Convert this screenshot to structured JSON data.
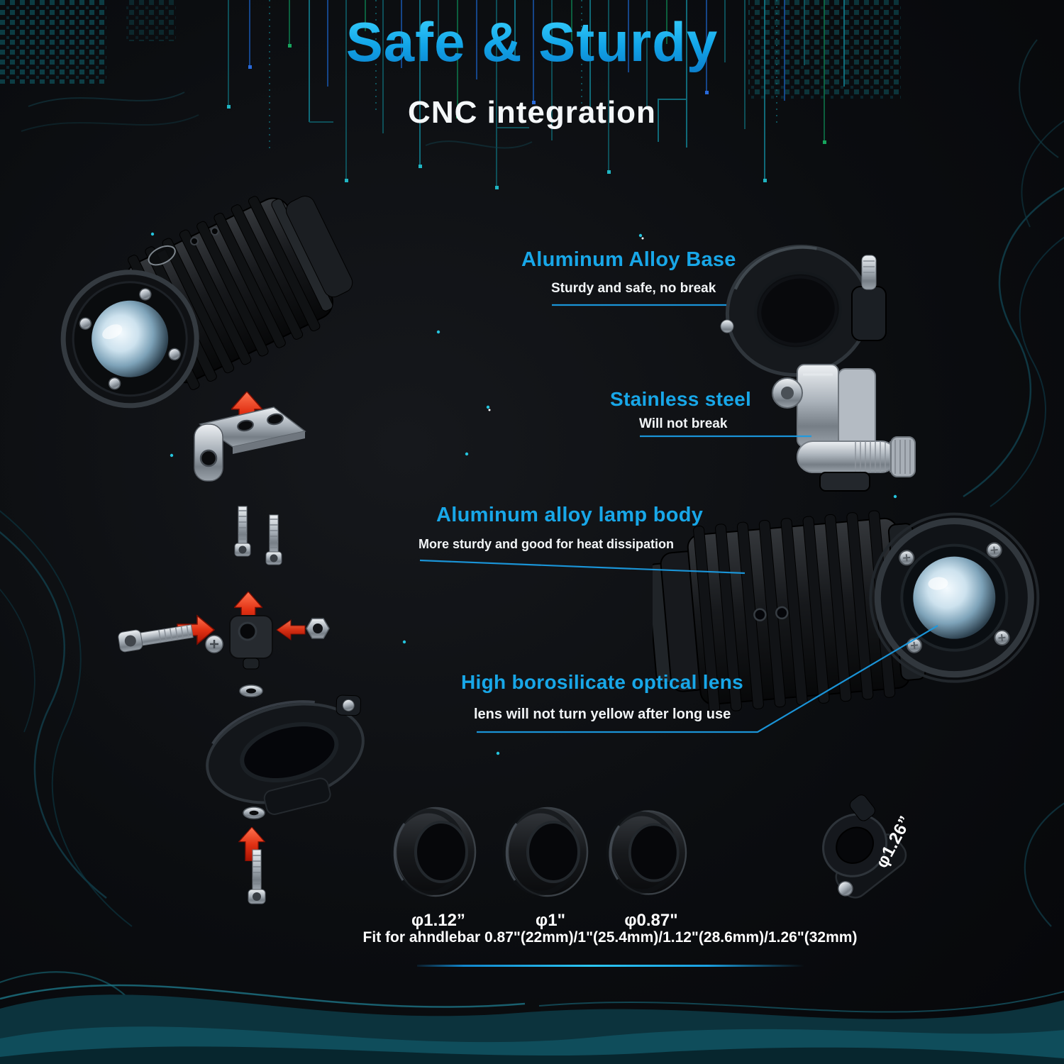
{
  "header": {
    "title": "Safe & Sturdy",
    "subtitle": "CNC integration"
  },
  "callouts": [
    {
      "title": "Aluminum Alloy Base",
      "desc": "Sturdy and safe, no break"
    },
    {
      "title": "Stainless steel",
      "desc": "Will not break"
    },
    {
      "title": "Aluminum alloy lamp body",
      "desc": "More sturdy and good for heat dissipation"
    },
    {
      "title": "High borosilicate optical lens",
      "desc": "lens will not turn yellow after long use"
    }
  ],
  "spacers": [
    {
      "label": "φ1.12”"
    },
    {
      "label": "φ1\""
    },
    {
      "label": "φ0.87\""
    }
  ],
  "clamp_right_label": "φ1.26”",
  "footer": {
    "fit_text": "Fit for ahndlebar 0.87\"(22mm)/1\"(25.4mm)/1.12\"(28.6mm)/1.26\"(32mm)"
  },
  "colors": {
    "accent_cyan": "#18a7e8",
    "title_gradient_top": "#3fd6ff",
    "title_gradient_bottom": "#0b7cc9",
    "arrow_red": "#d42718",
    "wave_teal": "#0c333d",
    "background": "#0b0d10"
  }
}
